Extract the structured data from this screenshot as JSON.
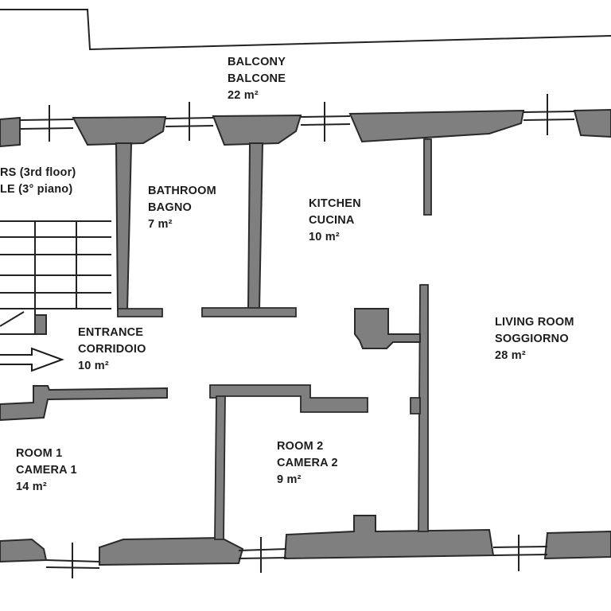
{
  "rooms": {
    "balcony": {
      "en": "BALCONY",
      "it": "BALCONE",
      "area": "22 m²"
    },
    "stairs": {
      "en": "RS (3rd floor)",
      "it": "LE (3° piano)"
    },
    "bathroom": {
      "en": "BATHROOM",
      "it": "BAGNO",
      "area": "7 m²"
    },
    "kitchen": {
      "en": "KITCHEN",
      "it": "CUCINA",
      "area": "10 m²"
    },
    "entrance": {
      "en": "ENTRANCE",
      "it": "CORRIDOIO",
      "area": "10 m²"
    },
    "living": {
      "en": "LIVING ROOM",
      "it": "SOGGIORNO",
      "area": "28 m²"
    },
    "room1": {
      "en": "ROOM 1",
      "it": "CAMERA 1",
      "area": "14 m²"
    },
    "room2": {
      "en": "ROOM 2",
      "it": "CAMERA 2",
      "area": "9 m²"
    }
  },
  "colors": {
    "wall_fill": "#7f7f7f",
    "line": "#222222",
    "background": "#ffffff"
  }
}
